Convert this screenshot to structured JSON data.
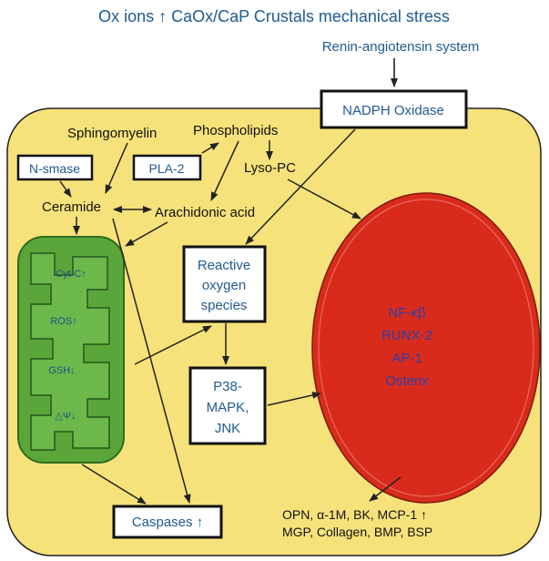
{
  "title": "Ox ions ↑ CaOx/CaP Crustals mechanical stress",
  "external": {
    "ras": "Renin-angiotensin system"
  },
  "boxes": {
    "nadph": "NADPH Oxidase",
    "nsmase": "N-smase",
    "pla2": "PLA-2",
    "ros_lines": [
      "Reactive",
      "oxygen",
      "species"
    ],
    "p38_lines": [
      "P38-",
      "MAPK,",
      "JNK"
    ],
    "caspases": "Caspases ↑"
  },
  "labels": {
    "sphingomyelin": "Sphingomyelin",
    "phospholipids": "Phospholipids",
    "lysopc": "Lyso-PC",
    "ceramide": "Ceramide",
    "arachidonic": "Arachidonic acid"
  },
  "mitochondrion": {
    "items": [
      "Cyt-C↑",
      "ROS↑",
      "GSH↓",
      "△Ψ↓"
    ]
  },
  "nucleus": {
    "factors": [
      "NF-κβ",
      "RUNX-2",
      "AP-1",
      "Osterix"
    ]
  },
  "output": {
    "line1": "OPN, α-1M, BK, MCP-1 ↑",
    "line2": "MGP, Collagen, BMP, BSP"
  },
  "colors": {
    "cell_fill": "#f6e27a",
    "mito_fill": "#5aa63a",
    "nucleus_fill": "#d92b1c",
    "title_color": "#1f5a8f"
  }
}
